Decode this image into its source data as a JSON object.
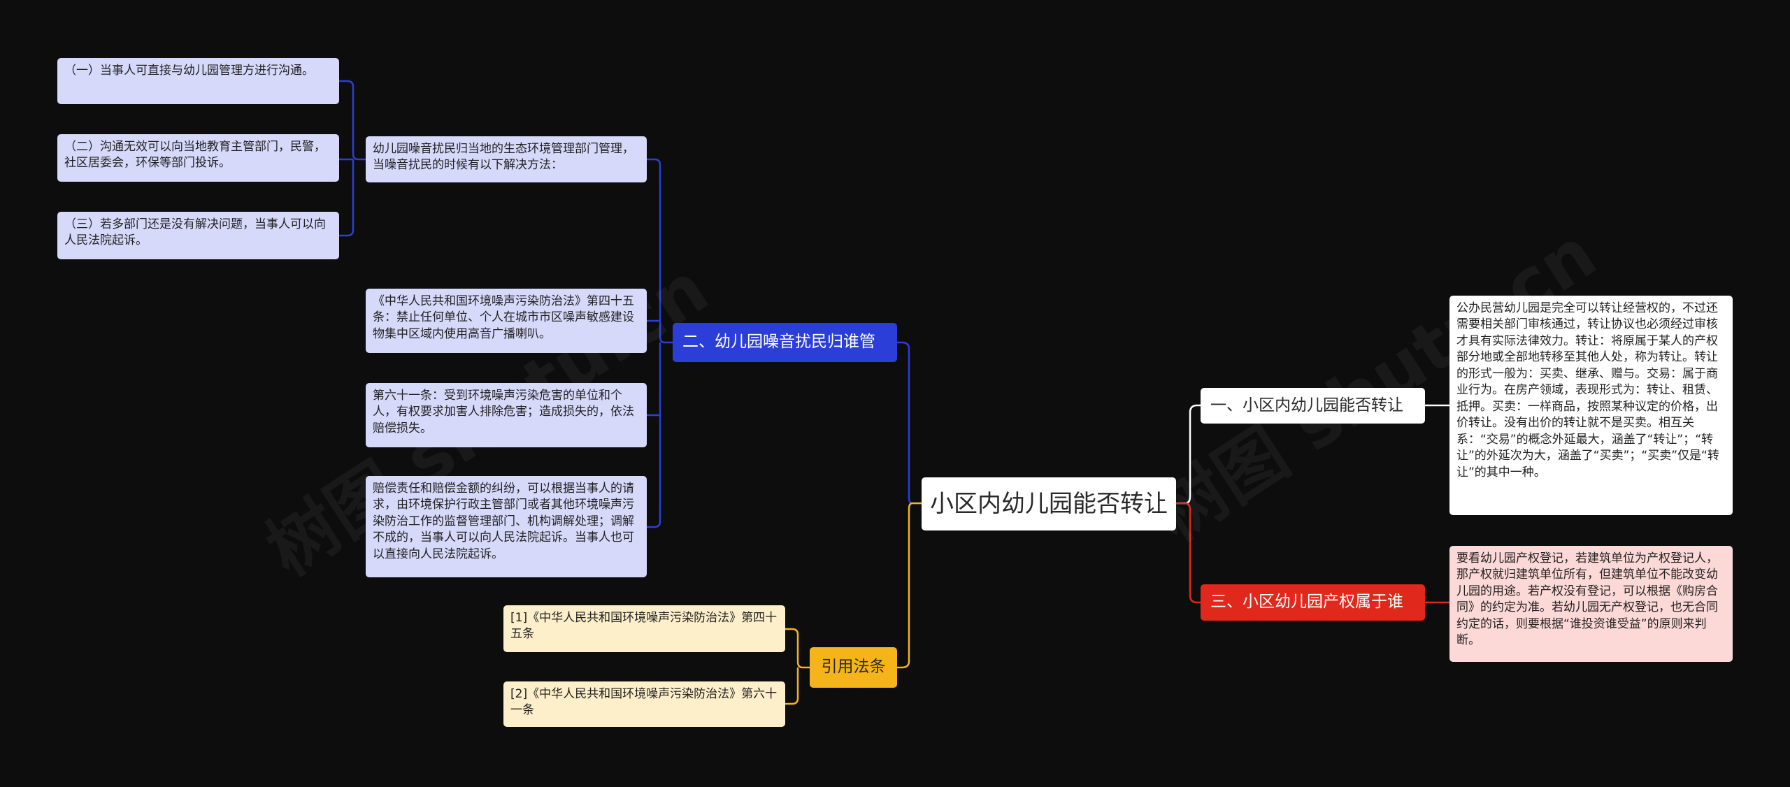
{
  "root": {
    "label": "小区内幼儿园能否转让"
  },
  "branches": {
    "b1": {
      "label": "一、小区内幼儿园能否转让",
      "color": "#ffffff",
      "text": "公办民营幼儿园是完全可以转让经营权的，不过还需要相关部门审核通过，转让协议也必须经过审核才具有实际法律效力。转让：将原属于某人的产权部分地或全部地转移至其他人处，称为转让。转让的形式一般为：买卖、继承、赠与。交易：属于商业行为。在房产领域，表现形式为：转让、租赁、抵押。买卖：一样商品，按照某种议定的价格，出价转让。没有出价的转让就不是买卖。相互关系：“交易”的概念外延最大，涵盖了“转让”；“转让”的外延次为大，涵盖了“买卖”；“买卖”仅是“转让”的其中一种。"
    },
    "b2": {
      "label": "二、幼儿园噪音扰民归谁管",
      "color": "#2b3ed8",
      "sub": {
        "label": "幼儿园噪音扰民归当地的生态环境管理部门管理，当噪音扰民的时候有以下解决方法：",
        "items": [
          "（一）当事人可直接与幼儿园管理方进行沟通。",
          "（二）沟通无效可以向当地教育主管部门，民警，社区居委会，环保等部门投诉。",
          "（三）若多部门还是没有解决问题，当事人可以向人民法院起诉。"
        ]
      },
      "laws": [
        "《中华人民共和国环境噪声污染防治法》第四十五条：禁止任何单位、个人在城市市区噪声敏感建设物集中区域内使用高音广播喇叭。",
        "第六十一条：受到环境噪声污染危害的单位和个人，有权要求加害人排除危害；造成损失的，依法赔偿损失。",
        "赔偿责任和赔偿金额的纠纷，可以根据当事人的请求，由环境保护行政主管部门或者其他环境噪声污染防治工作的监督管理部门、机构调解处理；调解不成的，当事人可以向人民法院起诉。当事人也可以直接向人民法院起诉。"
      ]
    },
    "b3": {
      "label": "三、小区幼儿园产权属于谁",
      "color": "#e0281c",
      "text": "要看幼儿园产权登记，若建筑单位为产权登记人，那产权就归建筑单位所有，但建筑单位不能改变幼儿园的用途。若产权没有登记，可以根据《购房合同》的约定为准。若幼儿园无产权登记，也无合同约定的话，则要根据“谁投资谁受益”的原则来判断。"
    },
    "b4": {
      "label": "引用法条",
      "color": "#f4b41a",
      "items": [
        "[1]《中华人民共和国环境噪声污染防治法》第四十五条",
        "[2]《中华人民共和国环境噪声污染防治法》第六十一条"
      ]
    }
  },
  "watermarks": [
    "树图 shutu.cn",
    "树图 shutu.cn"
  ]
}
